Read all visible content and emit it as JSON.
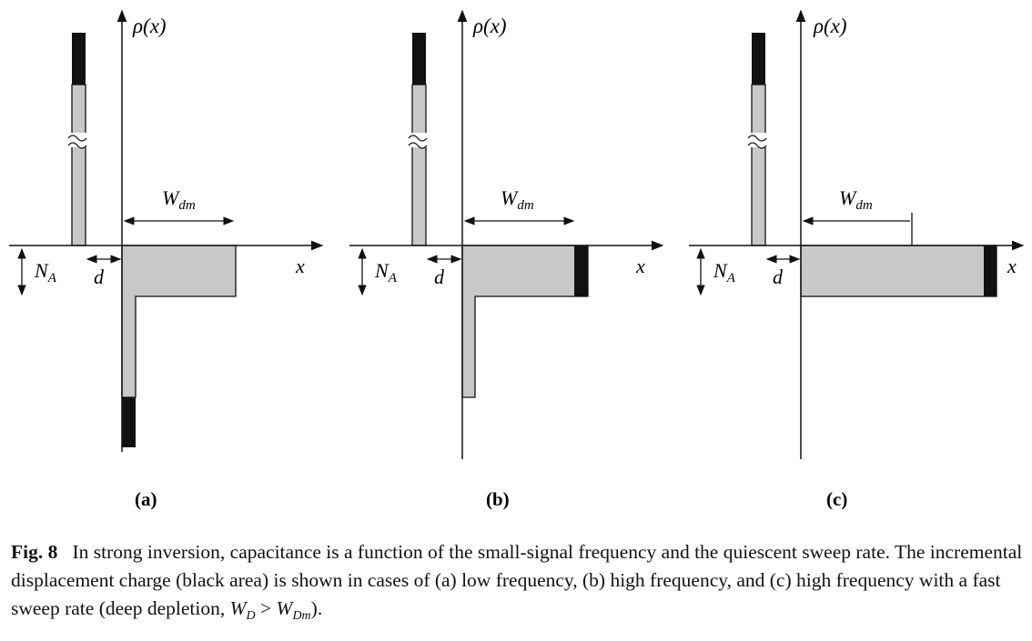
{
  "panels": [
    {
      "id": "a",
      "label": "(a)",
      "axis_y_label": "ρ(x)",
      "axis_x_label": "x",
      "width_label": "W",
      "width_sub": "dm",
      "na_label": "N",
      "na_sub": "A",
      "d_label": "d"
    },
    {
      "id": "b",
      "label": "(b)",
      "axis_y_label": "ρ(x)",
      "axis_x_label": "x",
      "width_label": "W",
      "width_sub": "dm",
      "na_label": "N",
      "na_sub": "A",
      "d_label": "d"
    },
    {
      "id": "c",
      "label": "(c)",
      "axis_y_label": "ρ(x)",
      "axis_x_label": "x",
      "width_label": "W",
      "width_sub": "dm",
      "na_label": "N",
      "na_sub": "A",
      "d_label": "d"
    }
  ],
  "caption": {
    "fig_label": "Fig. 8",
    "text_1": "In strong inversion, capacitance is a function of the small-signal frequency and the quiescent sweep rate. The incremental displacement charge (black area) is shown in cases of (a) low frequency, (b) high frequency, and (c) high frequency with a fast sweep rate (deep depletion, ",
    "wd_main": "W",
    "wd_sub": "D",
    "gt": " > ",
    "wdm_main": "W",
    "wdm_sub": "Dm",
    "text_end": ")."
  },
  "colors": {
    "fill_gray": "#c8c8c8",
    "fill_black": "#111111",
    "line": "#111111"
  }
}
